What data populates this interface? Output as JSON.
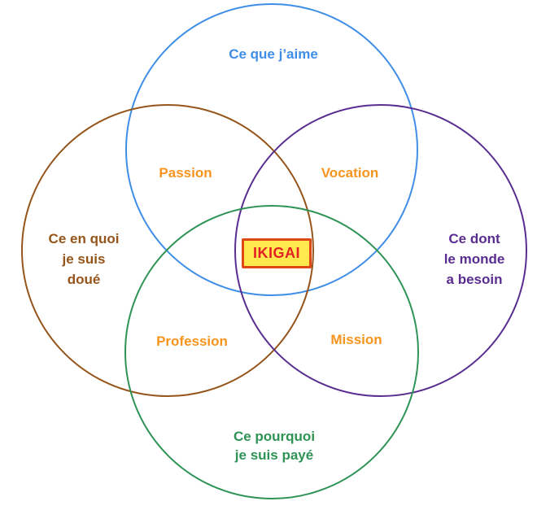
{
  "diagram": {
    "center": {
      "label": "IKIGAI"
    },
    "colors": {
      "blue": "#3E8EE8",
      "brown": "#95541A",
      "purple": "#5A2D91",
      "green": "#2E9355",
      "orange": "#F7941D",
      "red": "#E32124",
      "box_border": "#DD4814",
      "box_background": "#FFE94E"
    },
    "circles": {
      "top": {
        "meaning": "what-i-love",
        "lines": [
          "Ce que j’aime"
        ]
      },
      "left": {
        "meaning": "what-i-am-good-at",
        "lines": [
          "Ce en quoi",
          "je suis",
          "doué"
        ]
      },
      "right": {
        "meaning": "what-the-world-needs",
        "lines": [
          "Ce dont",
          "le monde",
          "a besoin"
        ]
      },
      "bottom": {
        "meaning": "what-i-am-paid-for",
        "lines": [
          "Ce pourquoi",
          "je suis payé"
        ]
      }
    },
    "intersections": {
      "passion": "Passion",
      "vocation": "Vocation",
      "profession": "Profession",
      "mission": "Mission"
    }
  }
}
